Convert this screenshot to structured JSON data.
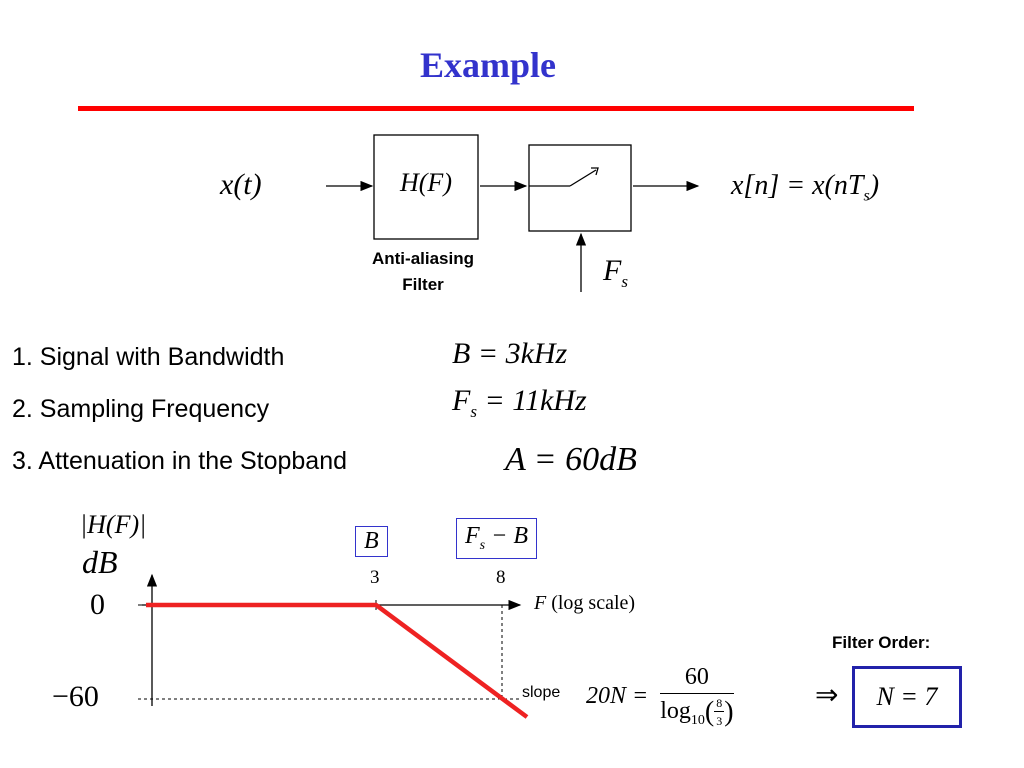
{
  "title": "Example",
  "block_diagram": {
    "input": "x(t)",
    "filter": "H(F)",
    "output_left": "x[n] = x(nT",
    "output_sub": "s",
    "output_right": ")",
    "filter_label_line1": "Anti-aliasing",
    "filter_label_line2": "Filter",
    "sampling_main": "F",
    "sampling_sub": "s"
  },
  "specs": [
    {
      "label": "1. Signal with Bandwidth",
      "eq_main": "B = 3kHz",
      "eq_sub": ""
    },
    {
      "label": "2. Sampling Frequency",
      "eq_main": "F",
      "eq_sub": "s",
      "eq_rest": " = 11kHz"
    },
    {
      "label": "3. Attenuation in the Stopband",
      "eq_main": "A = 60dB",
      "eq_sub": ""
    }
  ],
  "plot": {
    "y_label_top": "|H(F)|",
    "y_label_bottom": "dB",
    "y_tick_0": "0",
    "y_tick_m60": "−60",
    "marker_b": "B",
    "marker_fs_main": "F",
    "marker_fs_sub": "s",
    "marker_fs_rest": " − B",
    "tick_3": "3",
    "tick_8": "8",
    "x_axis_label_var": "F",
    "x_axis_label_rest": " (log scale)",
    "slope_text": "slope",
    "slope_lhs": "20N =",
    "slope_num": "60",
    "slope_den_log": "log",
    "slope_den_base": "10",
    "slope_den_frac_num": "8",
    "slope_den_frac_den": "3",
    "filter_order_label": "Filter Order:",
    "implies": "⇒",
    "result": "N = 7"
  },
  "colors": {
    "title": "#3333cc",
    "rule": "#ff0000",
    "curve": "#ee2222",
    "box": "#3333cc"
  }
}
